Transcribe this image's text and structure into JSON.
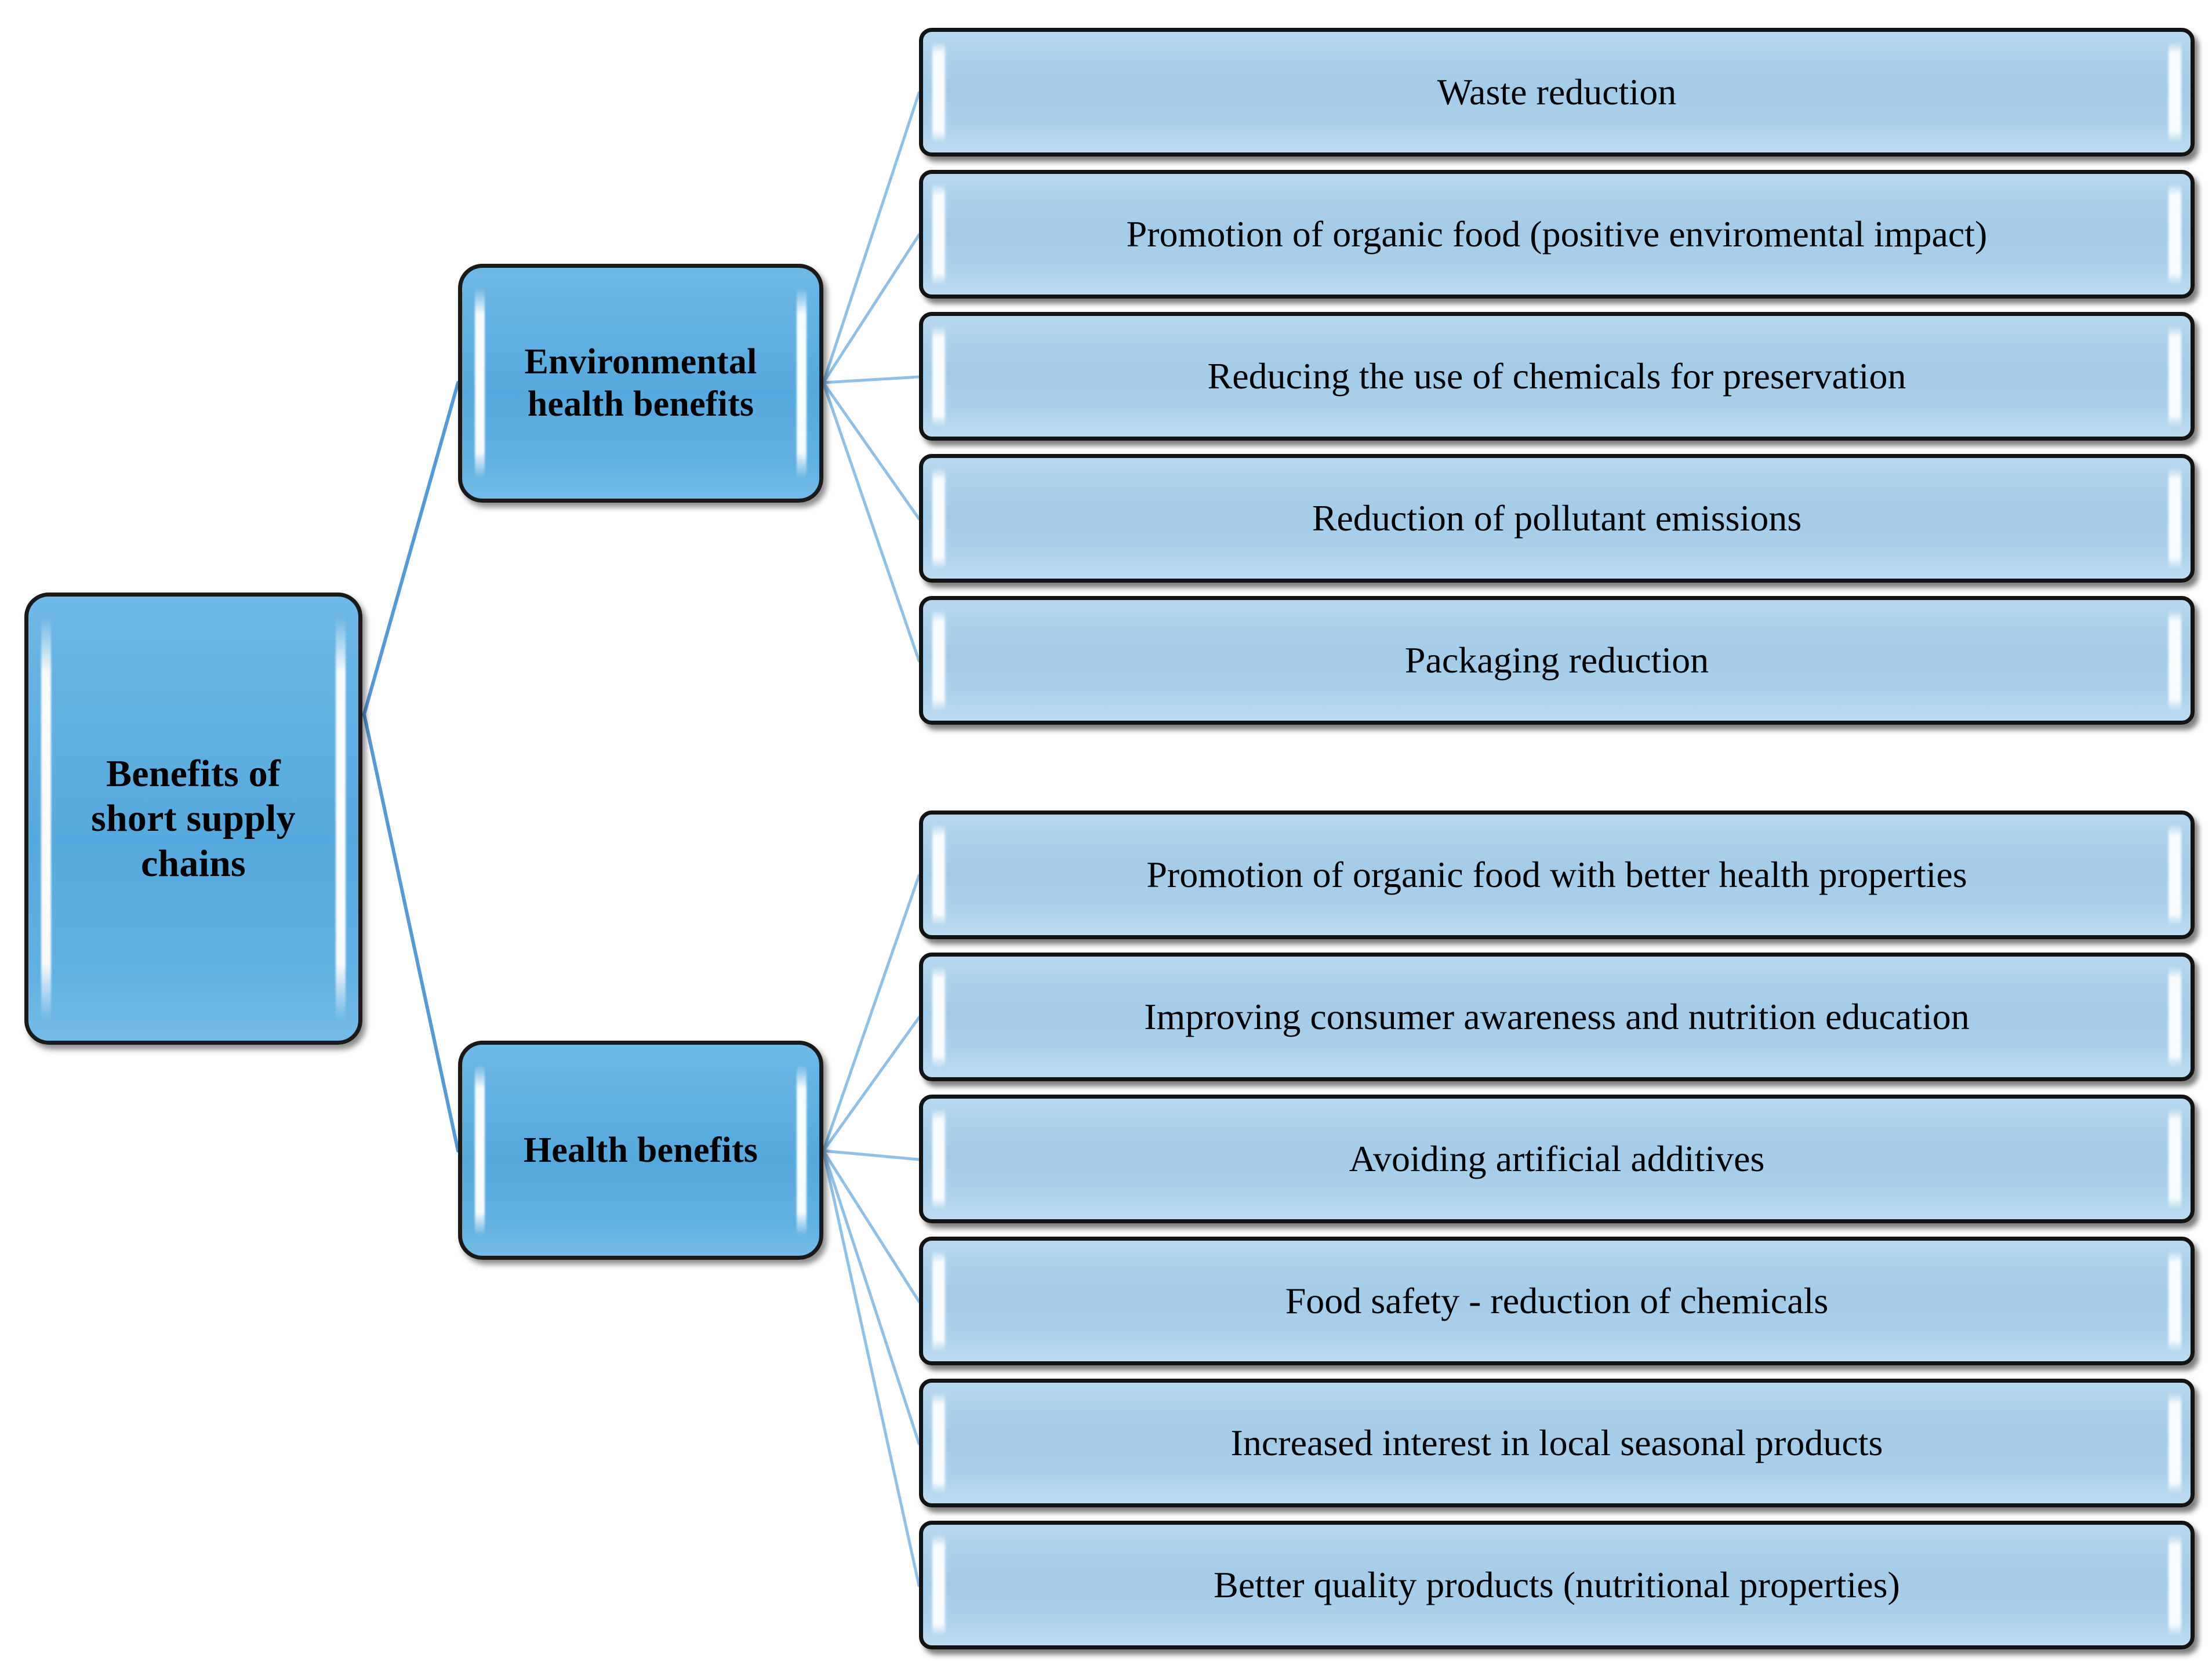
{
  "diagram": {
    "type": "hierarchy-tree",
    "title": "Benefits of short supply chains",
    "colors": {
      "primary_node_fill": "#5CAEE0",
      "leaf_node_fill": "#A6CEE8",
      "node_border": "#131313",
      "connector_line": "#5599D6",
      "text": "#000000",
      "background": "#FFFFFF"
    },
    "root": {
      "label": "Benefits of\nshort supply\nchains",
      "line1": "Benefits of",
      "line2": "short supply",
      "line3": "chains"
    },
    "branches": [
      {
        "id": "environmental",
        "label": "Environmental\nhealth benefits",
        "line1": "Environmental",
        "line2": "health benefits",
        "leaves": [
          {
            "label": "Waste reduction"
          },
          {
            "label": "Promotion of organic food (positive enviromental impact)"
          },
          {
            "label": "Reducing the use of chemicals for preservation"
          },
          {
            "label": "Reduction of pollutant emissions"
          },
          {
            "label": "Packaging reduction"
          }
        ]
      },
      {
        "id": "health",
        "label": "Health benefits",
        "line1": "Health benefits",
        "line2": "",
        "leaves": [
          {
            "label": "Promotion of organic food with better health properties"
          },
          {
            "label": "Improving consumer awareness and nutrition education"
          },
          {
            "label": "Avoiding artificial additives"
          },
          {
            "label": "Food safety - reduction of chemicals"
          },
          {
            "label": "Increased interest in local seasonal products"
          },
          {
            "label": "Better quality products (nutritional properties)"
          }
        ]
      }
    ]
  }
}
